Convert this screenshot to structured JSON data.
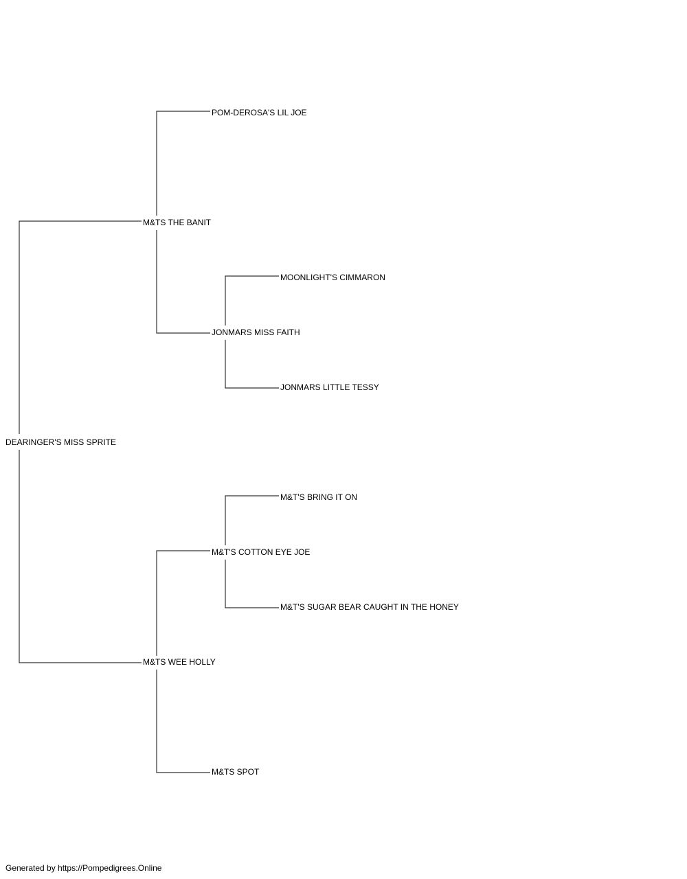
{
  "pedigree": {
    "subject": "DEARINGER'S MISS SPRITE",
    "sire": "M&TS THE BANIT",
    "dam": "M&TS WEE HOLLY",
    "sire_sire": "POM-DEROSA'S LIL JOE",
    "sire_dam": "JONMARS MISS FAITH",
    "sire_dam_sire": "MOONLIGHT'S CIMMARON",
    "sire_dam_dam": "JONMARS LITTLE TESSY",
    "dam_sire": "M&T'S COTTON EYE JOE",
    "dam_sire_sire": "M&T'S BRING IT ON",
    "dam_sire_dam": "M&T'S SUGAR BEAR CAUGHT IN THE HONEY",
    "dam_dam": "M&TS SPOT"
  },
  "footer": {
    "text": "Generated by https://Pompedigrees.Online"
  },
  "colors": {
    "line": "#333333",
    "text": "#000000",
    "background": "#ffffff"
  }
}
